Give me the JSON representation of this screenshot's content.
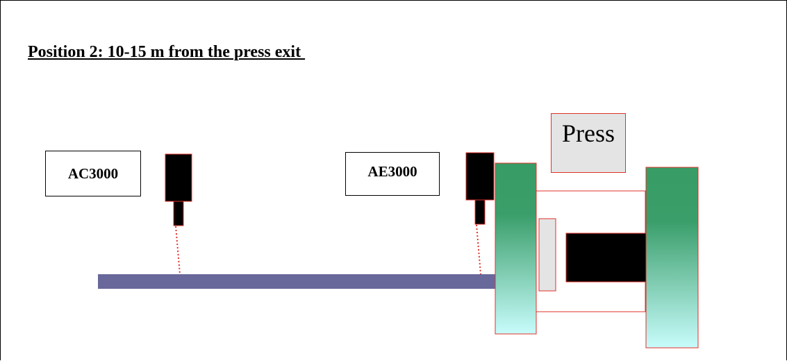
{
  "title": "Position 2: 10-15 m from the press exit ",
  "sensors": [
    {
      "label": "AC3000"
    },
    {
      "label": "AE3000"
    }
  ],
  "press": {
    "label": "Press"
  },
  "colors": {
    "conveyor": "#68689a",
    "outline_red": "#e0302a",
    "roller_top": "#389c66",
    "roller_bottom": "#c8fcfc",
    "press_fill": "#e4e4e4",
    "sensor_fill": "#000000"
  }
}
